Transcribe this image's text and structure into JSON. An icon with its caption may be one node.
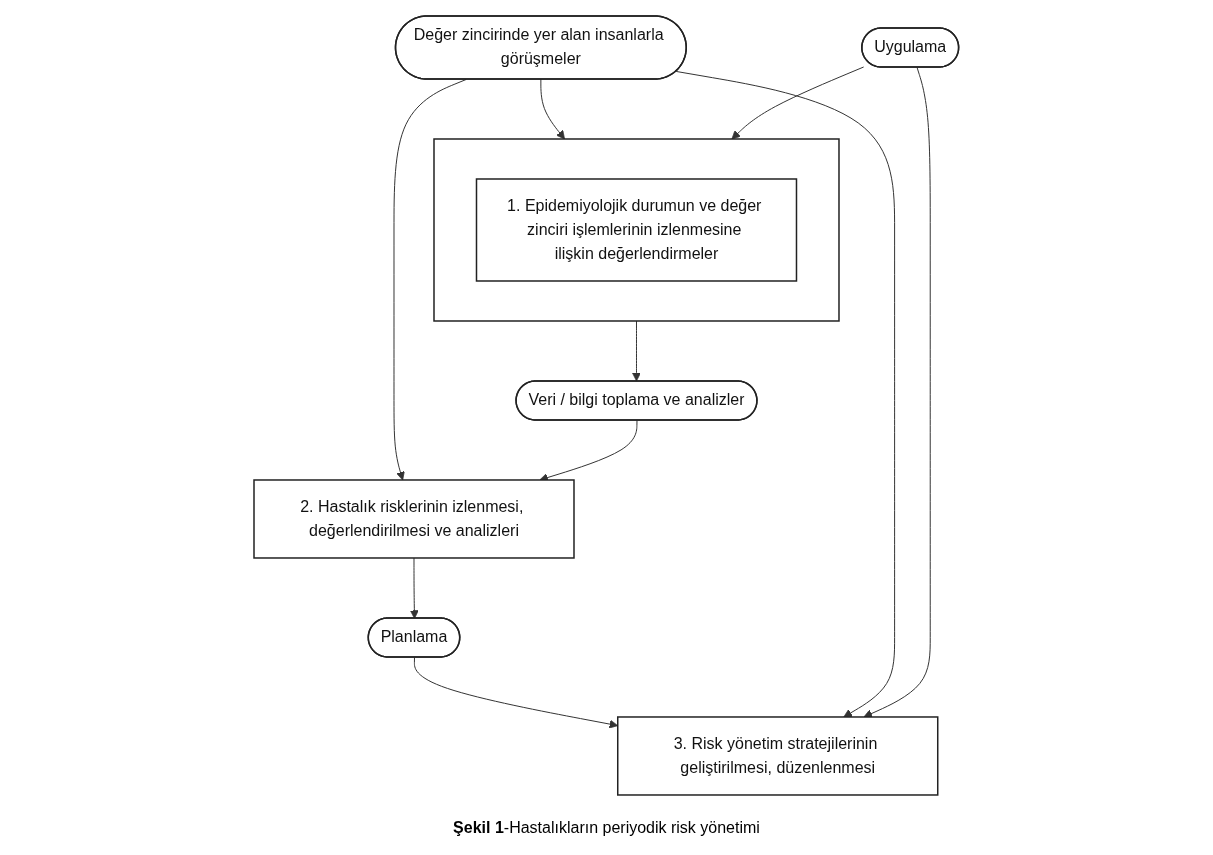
{
  "diagram": {
    "caption": "**Şekil 1**-Hastalıkların periyodik risk yönetimi",
    "nodes": [
      {
        "text": [
          "2. Hastalık risklerinin izlenmesi, değerlendirilmesi ve analizleri"
        ]
      },
      {
        "text": [
          "Planlama"
        ]
      },
      {
        "text": [
          "3. Risk yönetim stratejilerinin geliştirilmesi, düzenlenmesi"
        ]
      },
      {
        "text": [
          "Değer zincirinde yer alan insanlarla görüşmeler"
        ]
      },
      {
        "text": [
          "Veri / bilgi toplama ve analizler"
        ]
      },
      {
        "text": [
          "Uygulama"
        ]
      },
      {
        "text": [],
        "shape": "box"
      },
      {
        "text": [
          "1. Epidemiyolojik durumun ve değer zinciri işlemlerinin izlenmesine ilişkin değerlendirmeler"
        ],
        "in": 6
      }
    ],
    "edges": [
      {
        "from": 0,
        "to": 1,
        "arrow": "to"
      },
      {
        "from": 1,
        "to": 2,
        "arrow": "to"
      },
      {
        "from": 3,
        "to": 0,
        "arrow": "to"
      },
      {
        "from": 3,
        "to": 2,
        "arrow": "to"
      },
      {
        "from": 3,
        "to": 6,
        "arrow": "to"
      },
      {
        "from": 4,
        "to": 0,
        "arrow": "to"
      },
      {
        "from": 6,
        "to": 4,
        "arrow": "to"
      },
      {
        "from": 5,
        "to": 6,
        "arrow": "to"
      },
      {
        "from": 5,
        "to": 2,
        "arrow": "to"
      }
    ]
  }
}
